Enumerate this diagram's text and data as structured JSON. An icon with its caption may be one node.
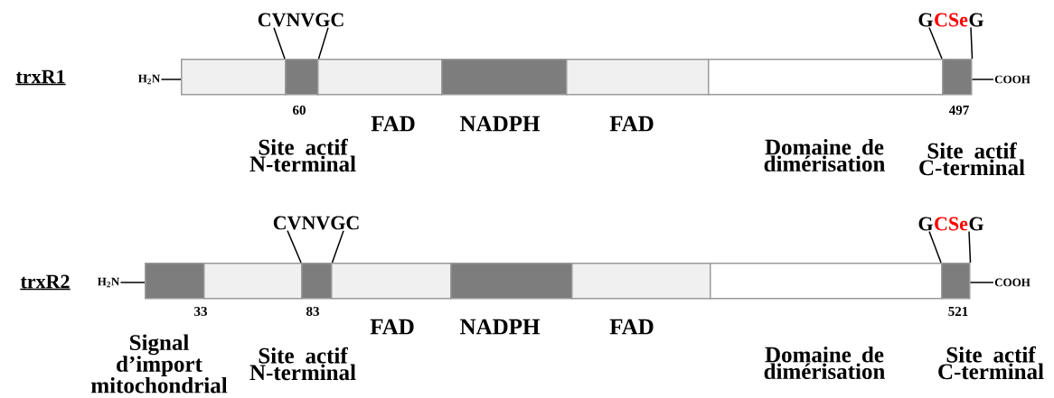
{
  "diagram": {
    "nodes": [
      {
        "text": [
          "CVNVGC"
        ]
      },
      {
        "text": [
          "G",
          "CSe",
          "G"
        ]
      },
      {
        "text": [
          "H$_{2}$N"
        ]
      },
      {
        "text": [],
        "shape": "bar"
      },
      {
        "text": [],
        "shape": "bar"
      },
      {
        "text": [],
        "shape": "bar"
      },
      {
        "text": [],
        "shape": "bar"
      },
      {
        "text": [],
        "shape": "bar"
      },
      {
        "text": [],
        "shape": "bar"
      },
      {
        "text": [],
        "shape": "bar"
      },
      {
        "text": [
          "COOH"
        ]
      },
      {
        "text": [
          "CVNVGC"
        ]
      },
      {
        "text": [
          "G",
          "CSe",
          "G"
        ]
      },
      {
        "text": [
          "H$_{2}$N"
        ]
      },
      {
        "text": [],
        "shape": "bar"
      },
      {
        "text": [],
        "shape": "bar"
      },
      {
        "text": [],
        "shape": "bar"
      },
      {
        "text": [],
        "shape": "bar"
      },
      {
        "text": [],
        "shape": "bar"
      },
      {
        "text": [],
        "shape": "bar"
      },
      {
        "text": [],
        "shape": "bar"
      },
      {
        "text": [],
        "shape": "bar"
      },
      {
        "text": [
          "COOH"
        ]
      }
    ],
    "edges": [
      {
        "from": 0,
        "to": 4,
        "arrow": "none"
      },
      {
        "from": 0,
        "to": 4,
        "arrow": "none"
      },
      {
        "from": 1,
        "to": 9,
        "arrow": "none"
      },
      {
        "from": 1,
        "to": 9,
        "arrow": "none"
      },
      {
        "from": 2,
        "to": 3,
        "arrow": "none"
      },
      {
        "from": 10,
        "to": 9,
        "arrow": "none"
      },
      {
        "from": 11,
        "to": 16,
        "arrow": "none"
      },
      {
        "from": 11,
        "to": 16,
        "arrow": "none"
      },
      {
        "from": 12,
        "to": 21,
        "arrow": "none"
      },
      {
        "from": 12,
        "to": 21,
        "arrow": "none"
      },
      {
        "from": 13,
        "to": 14,
        "arrow": "none"
      },
      {
        "from": 22,
        "to": 21,
        "arrow": "none"
      }
    ],
    "labels": [
      "trxR1",
      "60",
      "497",
      "FAD",
      "NADPH",
      "FAD",
      "Site actif N-terminal",
      "Domaine de dimérisation",
      "Site actif C-terminal",
      "trxR2",
      "33",
      "83",
      "521",
      "FAD",
      "NADPH",
      "FAD",
      "Signal d’import mitochondrial",
      "Site actif N-terminal",
      "Domaine de dimérisation",
      "Site actif C-terminal"
    ]
  }
}
